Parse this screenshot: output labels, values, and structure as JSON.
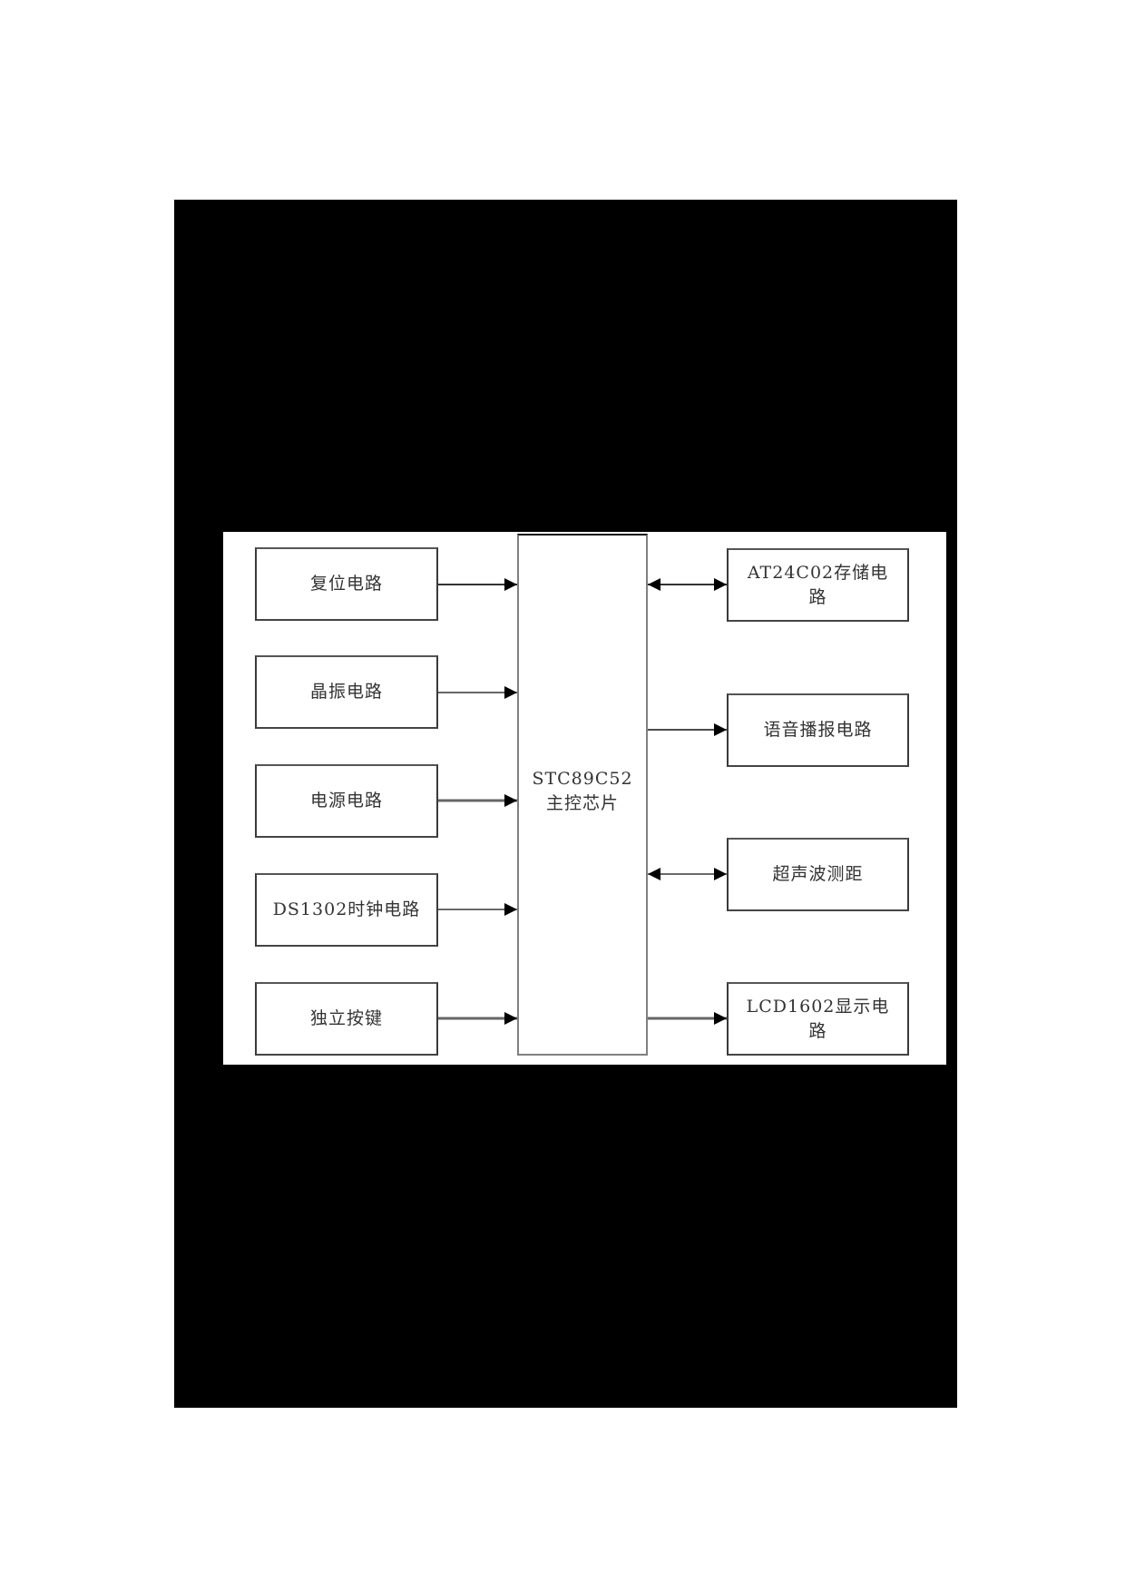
{
  "diagram": {
    "title": "",
    "central_block": {
      "id": "mcu",
      "label_line1": "STC89C52",
      "label_line2": "主控芯片"
    },
    "input_blocks": [
      {
        "id": "reset",
        "label": "复位电路",
        "direction": "to_mcu"
      },
      {
        "id": "crystal",
        "label": "晶振电路",
        "direction": "to_mcu"
      },
      {
        "id": "power",
        "label": "电源电路",
        "direction": "to_mcu"
      },
      {
        "id": "clock",
        "label": "DS1302时钟电路",
        "direction": "to_mcu"
      },
      {
        "id": "keys",
        "label": "独立按键",
        "direction": "to_mcu"
      }
    ],
    "output_blocks": [
      {
        "id": "eeprom",
        "label": "AT24C02存储电路",
        "direction": "bidirectional"
      },
      {
        "id": "voice",
        "label": "语音播报电路",
        "direction": "from_mcu"
      },
      {
        "id": "ultrasonic",
        "label": "超声波测距",
        "direction": "bidirectional"
      },
      {
        "id": "lcd",
        "label": "LCD1602显示电路",
        "direction": "from_mcu"
      }
    ],
    "colors": {
      "background": "#ffffff",
      "mask": "#000000",
      "stroke": "#3a3a3a",
      "text": "#333333"
    }
  }
}
